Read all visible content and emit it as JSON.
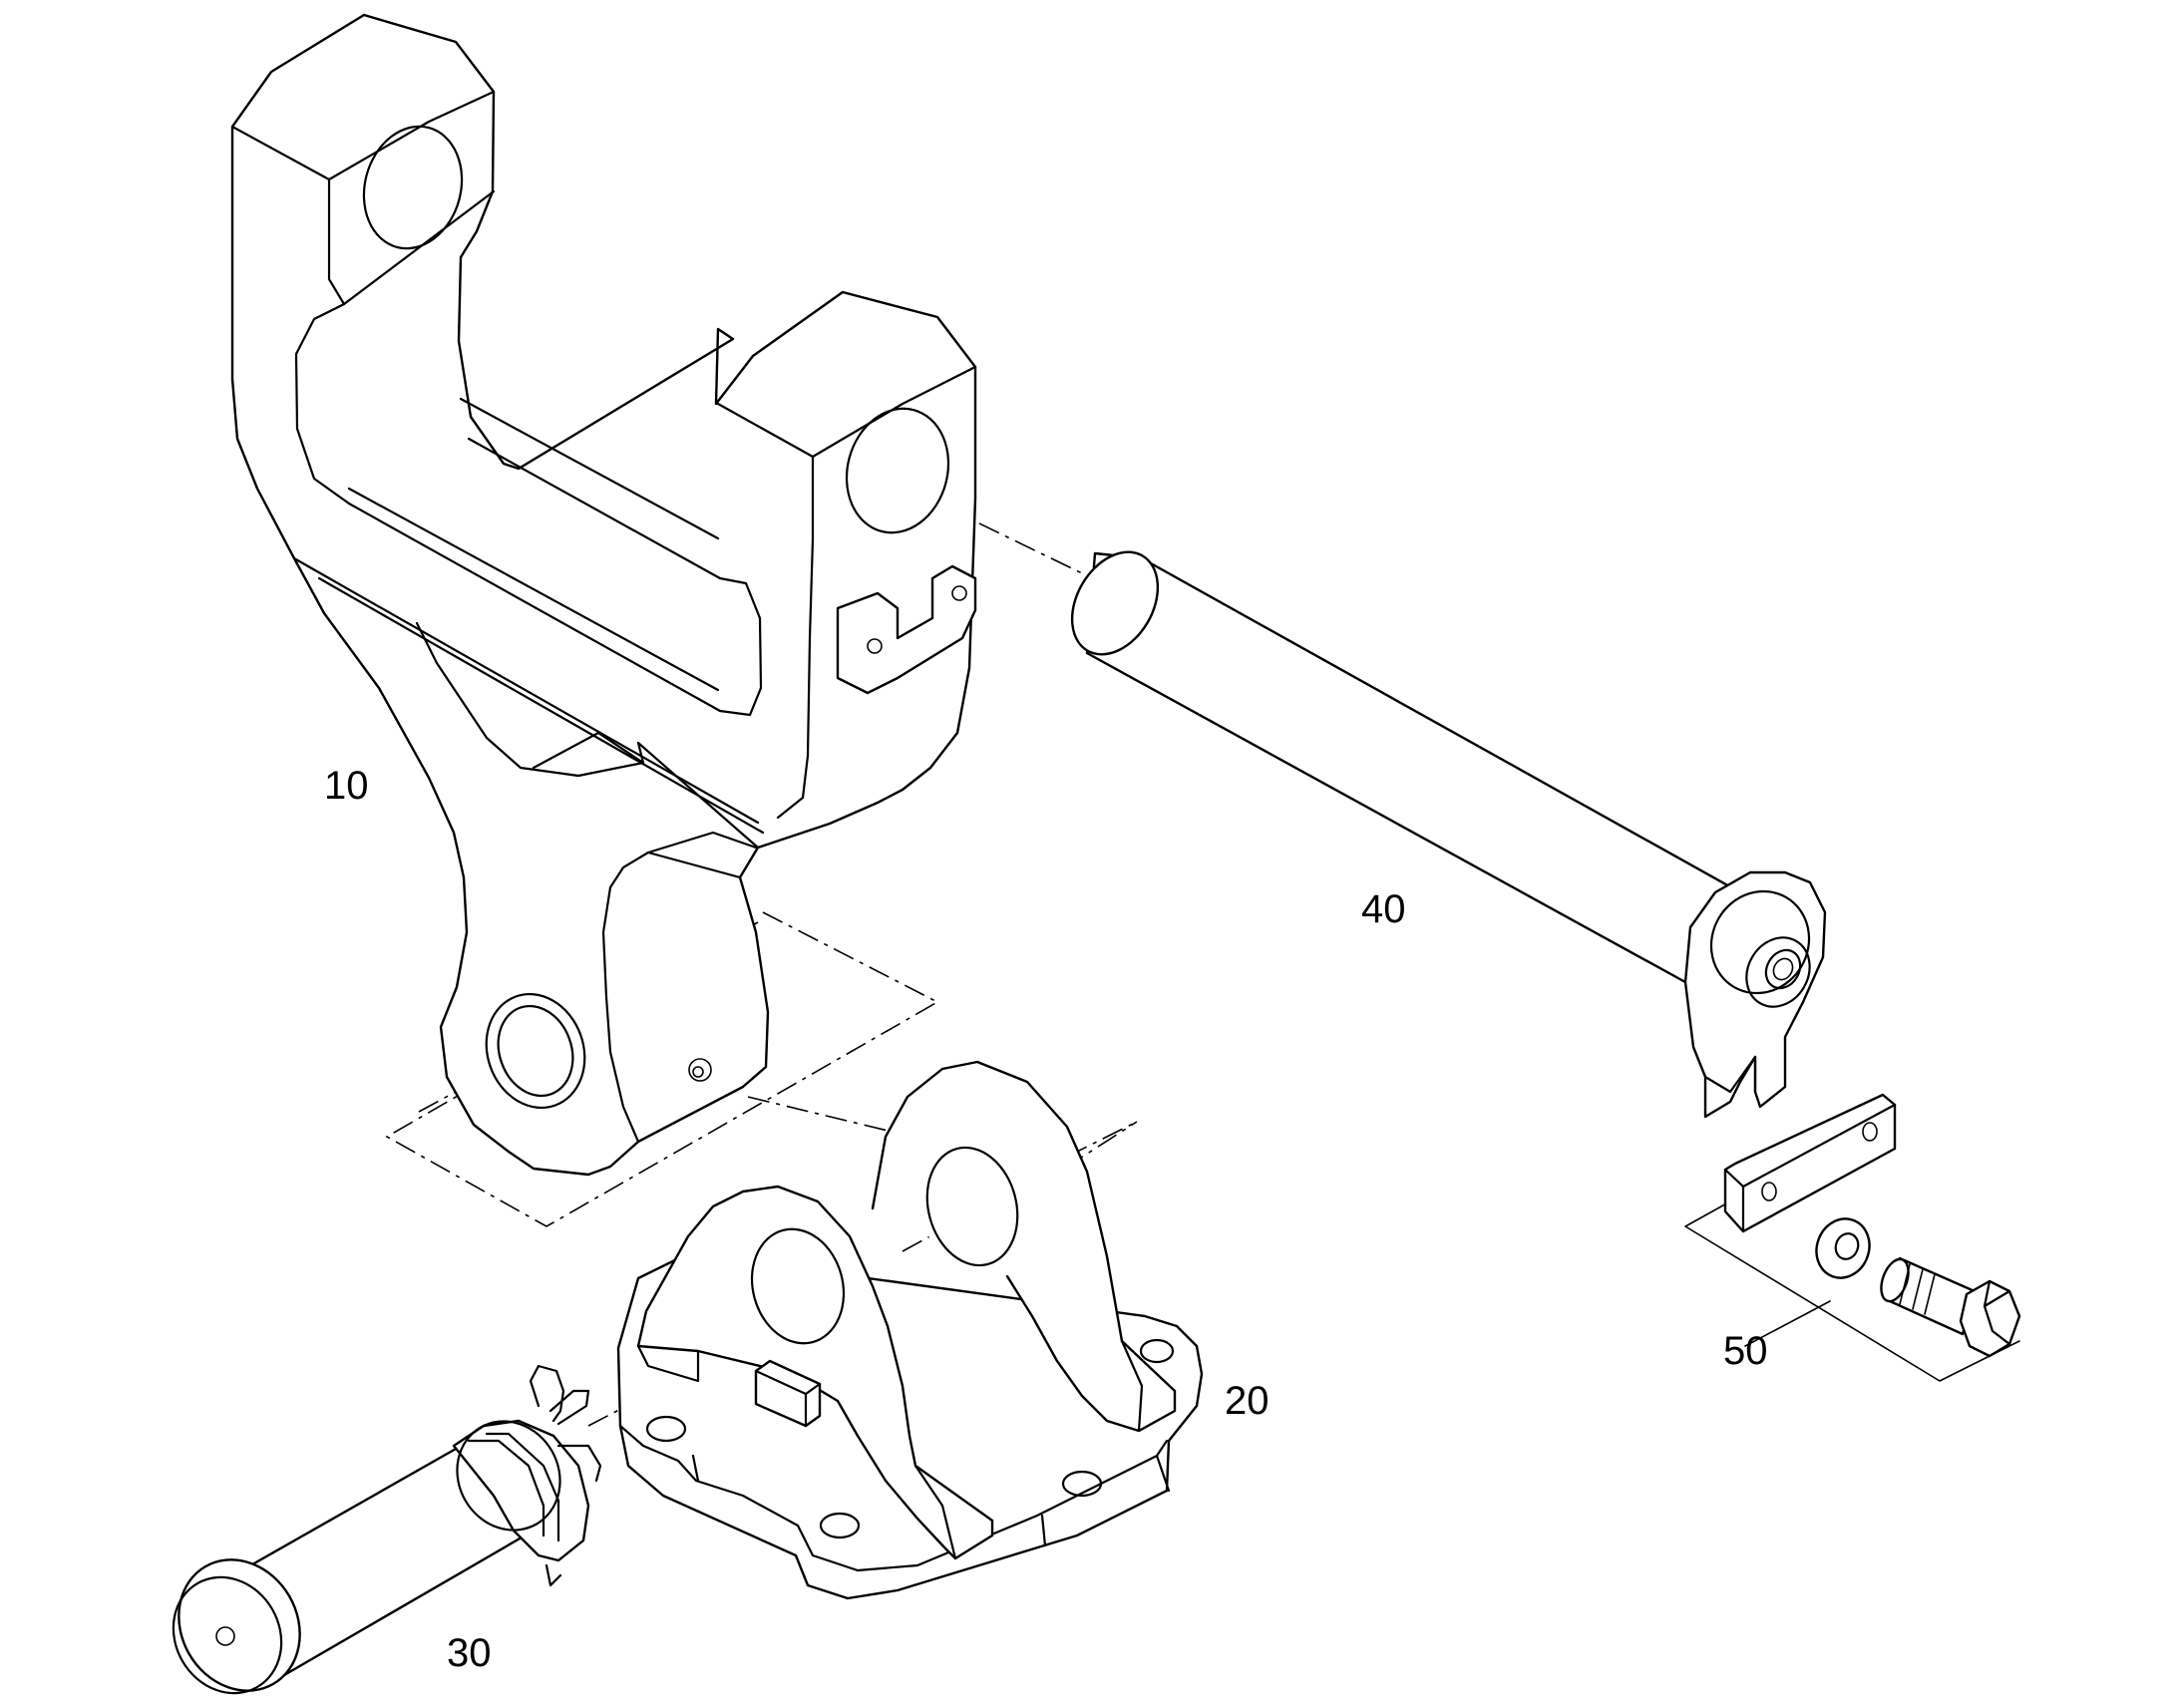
{
  "diagram": {
    "line_color": "#000000",
    "background_color": "#ffffff",
    "callouts": [
      "10",
      "20",
      "30",
      "40",
      "50"
    ]
  }
}
